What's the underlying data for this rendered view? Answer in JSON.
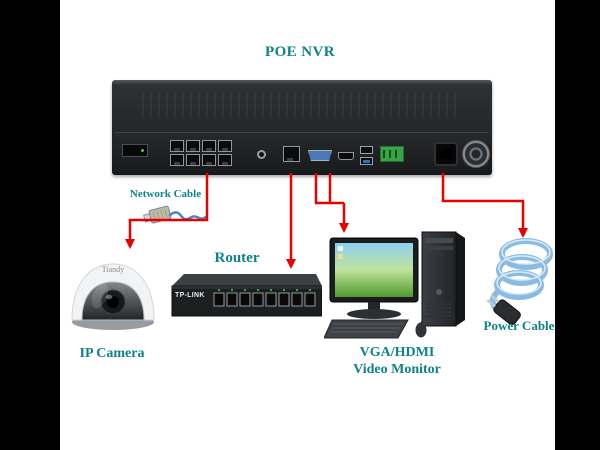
{
  "title": "POE NVR",
  "colors": {
    "accent": "#0e8385",
    "arrow": "#e60000",
    "canvas": "#ffffff",
    "letterbox": "#000000"
  },
  "labels": {
    "network_cable": "Network Cable",
    "ip_camera": "IP Camera",
    "router": "Router",
    "monitor_line1": "VGA/HDMI",
    "monitor_line2": "Video Monitor",
    "power_cable": "Power Cable"
  },
  "devices": {
    "camera": {
      "brand": "Tiandy"
    },
    "router": {
      "brand": "TP-LINK"
    }
  },
  "connections": [
    {
      "from": "nvr-poe-port",
      "to": "ip-camera",
      "via": "network-cable"
    },
    {
      "from": "nvr-lan-port",
      "to": "router"
    },
    {
      "from": "nvr-vga-hdmi-ports",
      "to": "video-monitor"
    },
    {
      "from": "nvr-power-inlet",
      "to": "power-cable"
    }
  ]
}
